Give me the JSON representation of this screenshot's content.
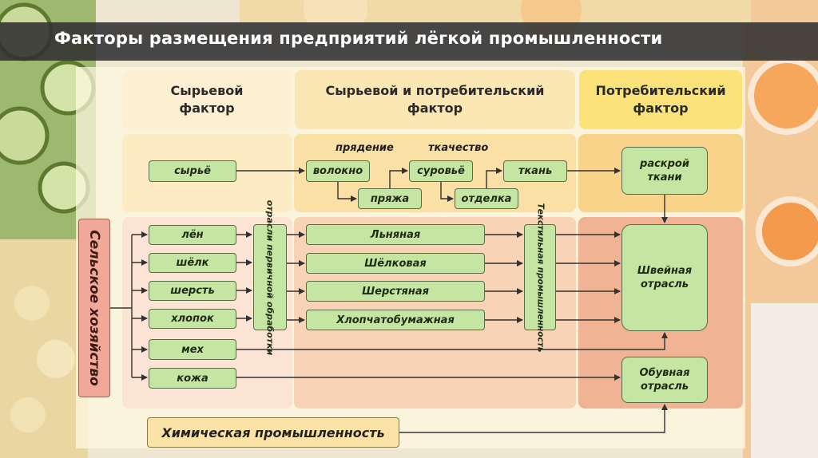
{
  "title": "Факторы размещения предприятий лёгкой промышленности",
  "headers": {
    "raw": "Сырьевой фактор",
    "raw_consumer": "Сырьевой и потребительский фактор",
    "consumer": "Потребительский фактор"
  },
  "process": {
    "raw": "сырьё",
    "fiber": "волокно",
    "spinning_label": "прядение",
    "yarn": "пряжа",
    "weaving_label": "ткачество",
    "greige": "суровьё",
    "finishing": "отделка",
    "fabric": "ткань",
    "cutting": "раскрой ткани"
  },
  "agriculture": "Сельское хозяйство",
  "materials": [
    "лён",
    "шёлк",
    "шерсть",
    "хлопок",
    "мех",
    "кожа"
  ],
  "primary_processing": "отрасли первичной обработки",
  "textile_branches": [
    "Льняная",
    "Шёлковая",
    "Шерстяная",
    "Хлопчатобумажная"
  ],
  "textile_industry": "Текстильная промышленность",
  "sewing": "Швейная отрасль",
  "footwear": "Обувная отрасль",
  "chemical": "Химическая промышленность"
}
